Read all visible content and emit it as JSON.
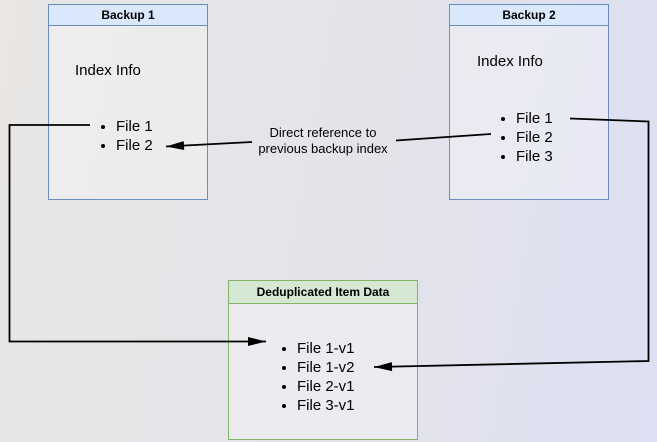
{
  "backup1": {
    "title": "Backup 1",
    "subtitle": "Index Info",
    "items": [
      "File 1",
      "File 2"
    ]
  },
  "backup2": {
    "title": "Backup 2",
    "subtitle": "Index Info",
    "items": [
      "File 1",
      "File 2",
      "File 3"
    ]
  },
  "dedup": {
    "title": "Deduplicated Item Data",
    "items": [
      "File 1-v1",
      "File 1-v2",
      "File 2-v1",
      "File 3-v1"
    ]
  },
  "annotation": {
    "line1": "Direct reference to",
    "line2": "previous backup index"
  },
  "colors": {
    "backup_header_fill": "#dae8fc",
    "backup_border": "#6c8ebf",
    "dedup_header_fill": "#d5e8d4",
    "dedup_border": "#82b366",
    "arrow": "#000000"
  }
}
